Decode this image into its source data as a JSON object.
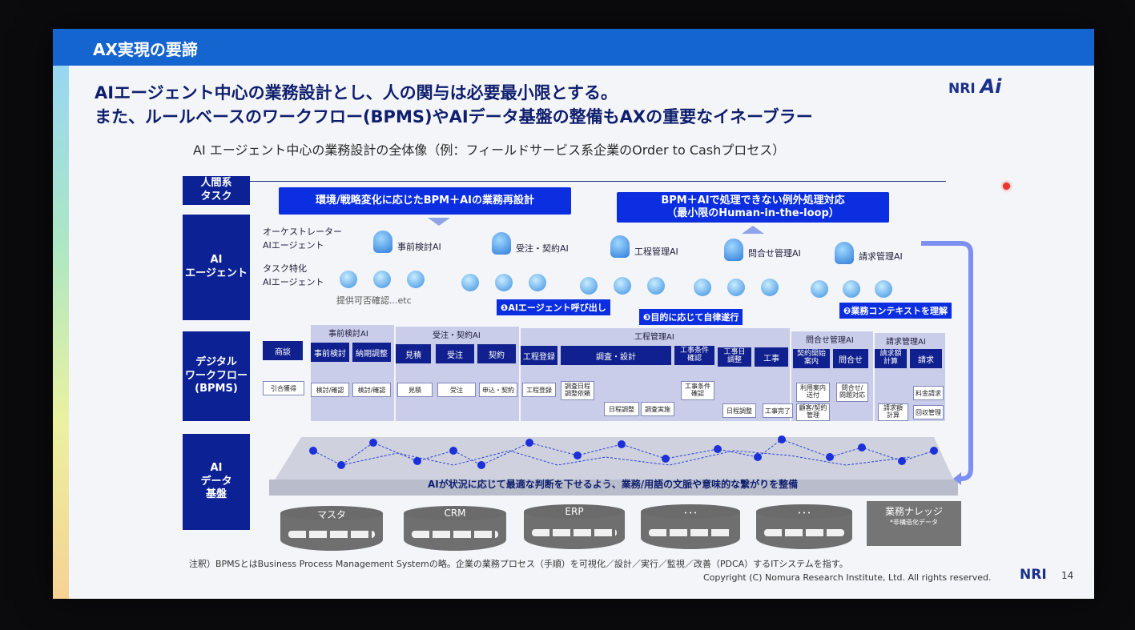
{
  "slide": {
    "title": "AX実現の要諦",
    "logo": {
      "nri": "NRI",
      "ai": "Ai"
    },
    "lead_line1": "AIエージェント中心の業務設計とし、人の関与は必要最小限とする。",
    "lead_line2": "また、ルールベースのワークフロー(BPMS)やAIデータ基盤の整備もAXの重要なイネーブラー",
    "subtitle": "AI エージェント中心の業務設計の全体像（例：フィールドサービス系企業のOrder to Cashプロセス）"
  },
  "rows": [
    {
      "label": "人間系\nタスク"
    },
    {
      "label": "AI\nエージェント"
    },
    {
      "label": "デジタル\nワークフロー\n(BPMS)"
    },
    {
      "label": "AI\nデータ\n基盤"
    }
  ],
  "human_tasks": {
    "left": "環境/戦略変化に応じたBPM＋AIの業務再設計",
    "right": "BPM＋AIで処理できない例外処理対応\n（最小限のHuman-in-the-loop）"
  },
  "agent_layer": {
    "orchestrator_label": "オーケストレーター\nAIエージェント",
    "specialized_label": "タスク特化\nAIエージェント",
    "example_note": "提供可否確認...etc",
    "agents": [
      "事前検討AI",
      "受注・契約AI",
      "工程管理AI",
      "問合せ管理AI",
      "請求管理AI"
    ],
    "callouts": [
      "❶AIエージェント呼び出し",
      "❸目的に応じて自律遂行",
      "❷業務コンテキストを理解"
    ]
  },
  "bpms": {
    "lanes": [
      "事前検討AI",
      "受注・契約AI",
      "工程管理AI",
      "問合せ管理AI",
      "請求管理AI"
    ],
    "steps": [
      "商談",
      "事前検討",
      "納期調整",
      "見積",
      "受注",
      "契約",
      "工程登録",
      "調査・設計",
      "工事条件\n確認",
      "工事日\n調整",
      "工事",
      "契約開始\n案内",
      "問合せ",
      "請求額\n計算",
      "請求"
    ],
    "processes": [
      "引合獲得",
      "検討/確認",
      "検討/確認",
      "見積",
      "受注",
      "申込・契約",
      "工程登録",
      "調査日程\n調整依頼",
      "日程調整",
      "調査実施",
      "工事条件\n確認",
      "日程調整",
      "工事完了",
      "利用案内\n送付",
      "顧客/契約\n管理",
      "問合せ/\n問題対応",
      "請求額\n計算",
      "料金請求",
      "回収管理"
    ]
  },
  "data_layer": {
    "caption": "AIが状況に応じて最適な判断を下せるよう、業務/用語の文脈や意味的な繋がりを整備",
    "stores": [
      "マスタ",
      "CRM",
      "ERP",
      "･･･",
      "･･･"
    ],
    "knowledge": {
      "title": "業務ナレッジ",
      "sub": "*非構造化データ"
    }
  },
  "footer": {
    "note": "注釈）BPMSとはBusiness Process Management Systemの略。企業の業務プロセス（手順）を可視化／設計／実行／監視／改善（PDCA）するITシステムを指す。",
    "copyright": "Copyright (C)   Nomura Research Institute, Ltd. All rights reserved.",
    "brand": "NRI",
    "page": "14"
  },
  "colors": {
    "header": "#1565d0",
    "row_label": "#0c2294",
    "accent_box": "#0b2ee0",
    "db": "#6f6f6f"
  }
}
